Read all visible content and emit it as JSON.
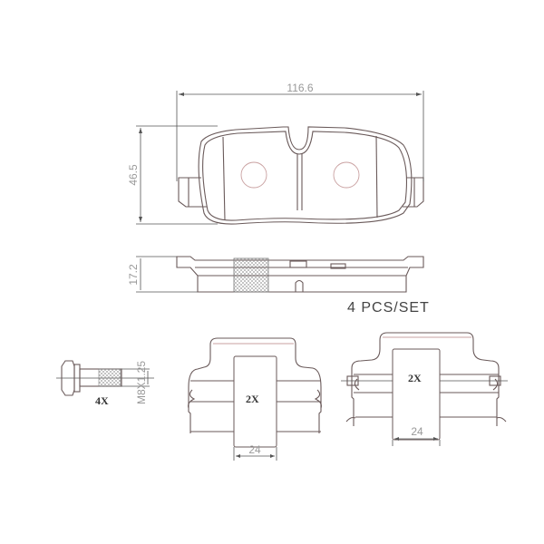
{
  "dimensions": {
    "width": "116.6",
    "height": "46.5",
    "thickness": "17.2",
    "bolt_thread": "M8X1.25",
    "clip1_width": "24",
    "clip2_width": "24"
  },
  "labels": {
    "set_quantity": "4 PCS/SET",
    "bolt_qty": "4X",
    "clip1_qty": "2X",
    "clip2_qty": "2X"
  },
  "colors": {
    "line": "#6a5a5a",
    "accent_circles": "#c9a0a0"
  }
}
